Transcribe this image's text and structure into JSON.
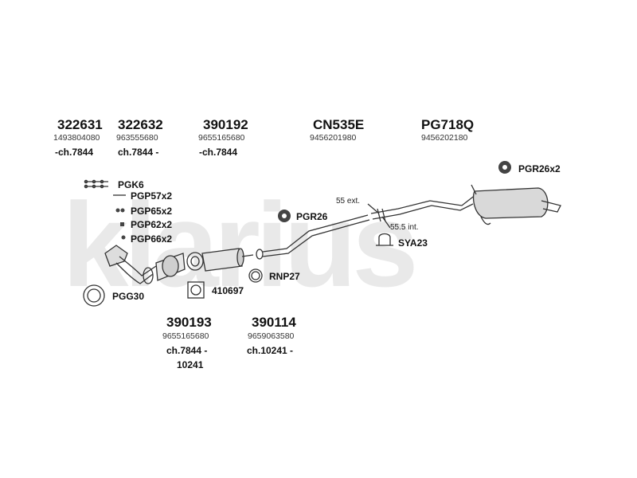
{
  "brand": "klarius",
  "watermark_brand": "klarius",
  "top_parts": [
    {
      "number": "322631",
      "oem": "1493804080",
      "chassis": "-ch.7844"
    },
    {
      "number": "322632",
      "oem": "963555680",
      "chassis": "ch.7844 -"
    },
    {
      "number": "390192",
      "oem": "9655165680",
      "chassis": "-ch.7844"
    },
    {
      "number": "CN535E",
      "oem": "9456201980",
      "chassis": ""
    },
    {
      "number": "PG718Q",
      "oem": "9456202180",
      "chassis": ""
    }
  ],
  "bottom_parts": [
    {
      "number": "390193",
      "oem": "9655165680",
      "chassis_line1": "ch.7844 -",
      "chassis_line2": "10241"
    },
    {
      "number": "390114",
      "oem": "9659063580",
      "chassis_line1": "ch.10241 -",
      "chassis_line2": ""
    }
  ],
  "fittings": {
    "pgk6": "PGK6",
    "pgp57": "PGP57x2",
    "pgp65": "PGP65x2",
    "pgp62": "PGP62x2",
    "pgp66": "PGP66x2",
    "pgg30": "PGG30",
    "g410697": "410697",
    "rnp27": "RNP27",
    "pgr26": "PGR26",
    "sya23": "SYA23",
    "pgr26x2": "PGR26x2"
  },
  "dimensions": {
    "ext": "55 ext.",
    "int": "55.5 int."
  },
  "colors": {
    "line": "#333333",
    "watermark": "#e9e9e9"
  }
}
